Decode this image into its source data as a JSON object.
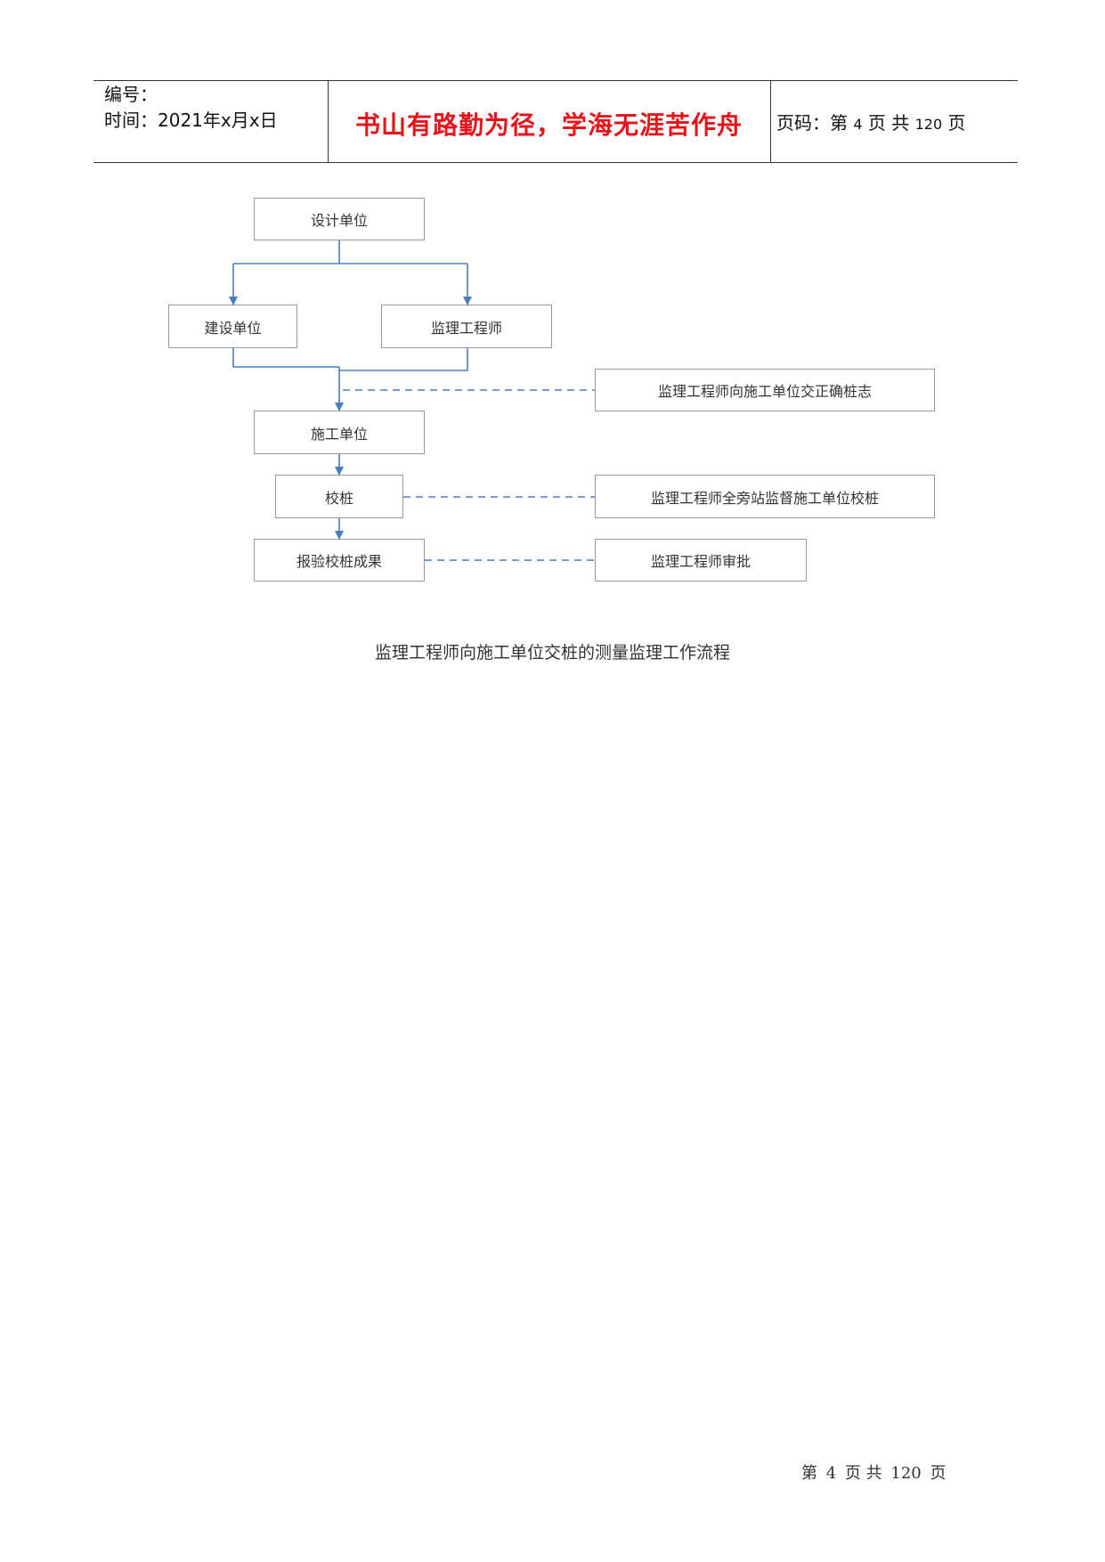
{
  "header": {
    "number_label": "编号：",
    "time_label": "时间：2021年x月x日",
    "motto": "书山有路勤为径，学海无涯苦作舟",
    "page_prefix": "页码：第",
    "page_current": "4",
    "page_mid": "页  共",
    "page_total": "120",
    "page_suffix": "页"
  },
  "flowchart": {
    "design_unit": "设计单位",
    "construction_owner": "建设单位",
    "supervising_engineer": "监理工程师",
    "contractor": "施工单位",
    "stake_check": "校桩",
    "report_result": "报验校桩成果",
    "note_handover": "监理工程师向施工单位交正确桩志",
    "note_supervise": "监理工程师全旁站监督施工单位校桩",
    "note_approve": "监理工程师审批",
    "line_color": "#4a7ebf"
  },
  "caption": "监理工程师向施工单位交桩的测量监理工作流程",
  "footer": {
    "prefix": "第",
    "current": "4",
    "mid": "页 共",
    "total": "120",
    "suffix": "页"
  }
}
